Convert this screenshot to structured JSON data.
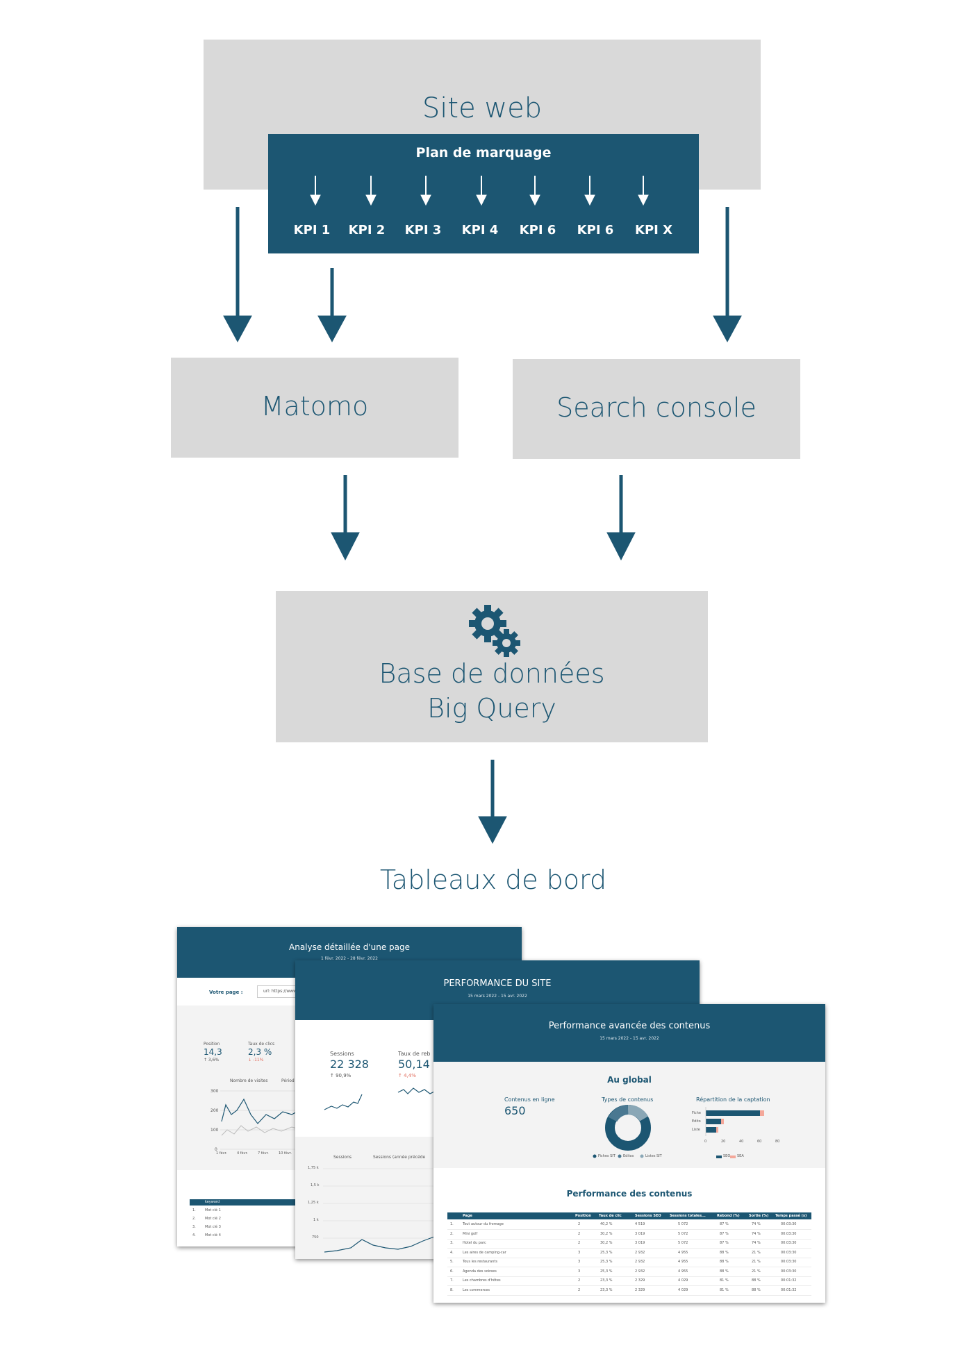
{
  "site": {
    "title": "Site web"
  },
  "plan": {
    "title": "Plan de marquage",
    "kpis": [
      "KPI 1",
      "KPI 2",
      "KPI 3",
      "KPI 4",
      "KPI 6",
      "KPI 6",
      "KPI X"
    ]
  },
  "sources": {
    "matomo": "Matomo",
    "search_console": "Search console"
  },
  "database": {
    "line1": "Base de données",
    "line2": "Big Query",
    "icon": "gears-icon"
  },
  "output": {
    "title": "Tableaux de bord"
  },
  "dashboards": {
    "page": {
      "title": "Analyse détaillée d'une page",
      "date": "1 févr. 2022 - 28 févr. 2022",
      "page_label": "Votre page :",
      "page_input": "url: https://www",
      "position_label": "Position",
      "position_value": "14,3",
      "position_delta": "↑ 3,6%",
      "ctr_label": "Taux de clics",
      "ctr_value": "2,3 %",
      "ctr_delta": "↓ -11%",
      "legend_a": "Nombre de visites",
      "legend_b": "Périod",
      "y_ticks": [
        "300",
        "200",
        "100",
        "0"
      ],
      "x_ticks": [
        "1 févr.",
        "4 févr.",
        "7 févr.",
        "10 févr."
      ],
      "kw_header": "keyword",
      "kw_rows": [
        {
          "n": "1.",
          "k": "Mot clé 1"
        },
        {
          "n": "2.",
          "k": "Mot clé 2"
        },
        {
          "n": "3.",
          "k": "Mot clé 3"
        },
        {
          "n": "4.",
          "k": "Mot clé 4"
        }
      ]
    },
    "site": {
      "title": "PERFORMANCE DU SITE",
      "date": "15 mars 2022 - 15 avr. 2022",
      "sessions_label": "Sessions",
      "sessions_value": "22 328",
      "sessions_delta": "↑ 90,9%",
      "bounce_label": "Taux de reb",
      "bounce_value": "50,14",
      "bounce_delta": "↑ 4,4%",
      "legend_a": "Sessions",
      "legend_b": "Sessions (année précéde",
      "y_ticks": [
        "1,75 k",
        "1,5 k",
        "1,25 k",
        "1 k",
        "750"
      ]
    },
    "content": {
      "title": "Performance avancée des contenus",
      "date": "15 mars 2022 - 15 avr. 2022",
      "global_title": "Au global",
      "online_label": "Contenus en ligne",
      "online_value": "650",
      "types_label": "Types de contenus",
      "types_legend": [
        "Fiches SIT",
        "Editos",
        "Listes SIT"
      ],
      "split_label": "Répartition de la captation",
      "split_rows": [
        "Fiche",
        "Edito",
        "Liste"
      ],
      "split_axis": [
        "0",
        "20",
        "40",
        "60",
        "80"
      ],
      "split_legend": [
        "SEO",
        "SEA"
      ],
      "perf_title": "Performance des contenus",
      "columns": [
        "Page",
        "Position",
        "Taux de clic",
        "Sessions SEO",
        "Sessions totales...",
        "Rebond (%)",
        "Sortie (%)",
        "Temps passé (s)"
      ],
      "rows": [
        [
          "1.",
          "Tout autour du fromage",
          "2",
          "40,2 %",
          "4 519",
          "5 072",
          "87 %",
          "74 %",
          "00:03:30"
        ],
        [
          "2.",
          "Mini golf",
          "2",
          "30,2 %",
          "3 019",
          "5 072",
          "87 %",
          "74 %",
          "00:03:30"
        ],
        [
          "3.",
          "Hotel du parc",
          "2",
          "30,2 %",
          "3 019",
          "5 072",
          "87 %",
          "74 %",
          "00:03:30"
        ],
        [
          "4.",
          "Les aires de camping-car",
          "3",
          "25,3 %",
          "2 932",
          "4 955",
          "88 %",
          "21 %",
          "00:03:30"
        ],
        [
          "5.",
          "Tous les restaurants",
          "3",
          "25,3 %",
          "2 932",
          "4 955",
          "88 %",
          "21 %",
          "00:03:30"
        ],
        [
          "6.",
          "Agenda des soirees",
          "3",
          "25,3 %",
          "2 932",
          "4 955",
          "88 %",
          "21 %",
          "00:03:30"
        ],
        [
          "7.",
          "Les chambres d'hôtes",
          "2",
          "23,3 %",
          "2 329",
          "4 029",
          "81 %",
          "88 %",
          "00:01:32"
        ],
        [
          "8.",
          "Les commerces",
          "2",
          "23,3 %",
          "2 329",
          "4 029",
          "81 %",
          "88 %",
          "00:01:32"
        ]
      ]
    }
  },
  "colors": {
    "primary": "#1c5672",
    "box": "#d9d9d9",
    "accent": "#f4a89a"
  }
}
